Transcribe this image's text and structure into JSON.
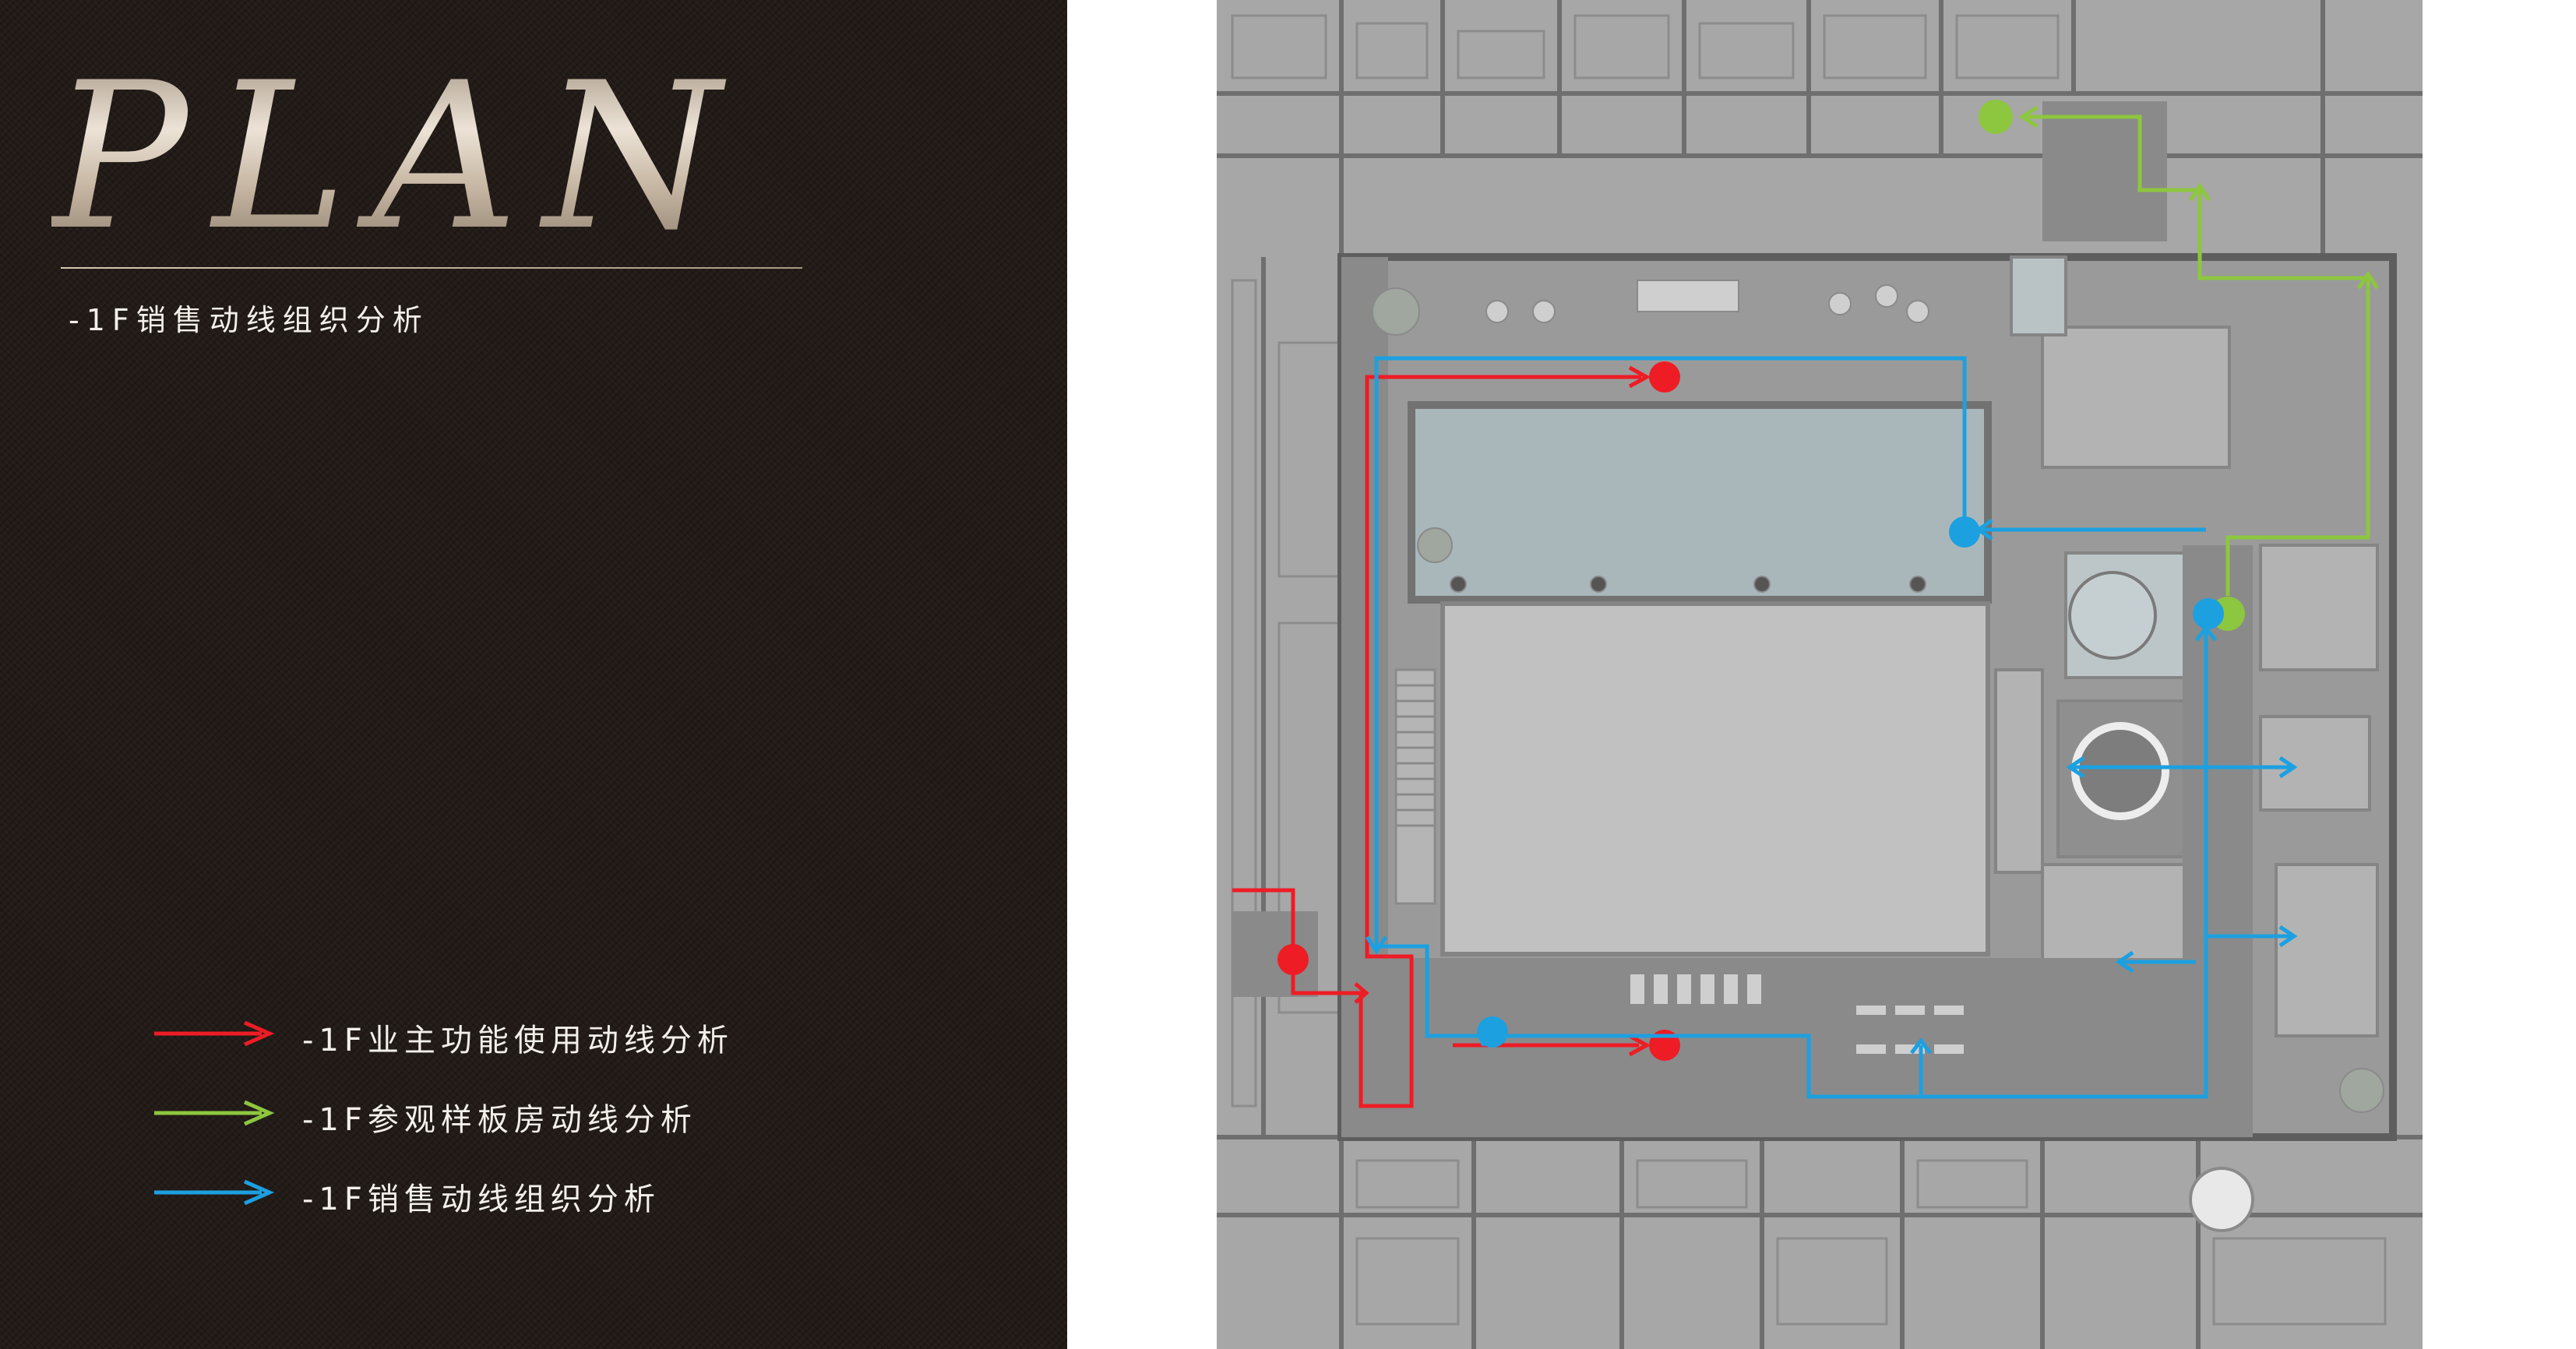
{
  "header": {
    "title": "PLAN",
    "subtitle": "-1F销售动线组织分析"
  },
  "legend": {
    "items": [
      {
        "label": "-1F业主功能使用动线分析",
        "color": "#ee1c25"
      },
      {
        "label": "-1F参观样板房动线分析",
        "color": "#8dc63f"
      },
      {
        "label": "-1F销售动线组织分析",
        "color": "#1ca0e0"
      }
    ]
  },
  "colors": {
    "panel_background": "#221b17",
    "plan_background": "#a9a9a9",
    "title_gold": "#c3b29f",
    "text": "#f3efe9"
  },
  "icons": [
    "arrow-right-icon",
    "marker-dot-icon"
  ]
}
